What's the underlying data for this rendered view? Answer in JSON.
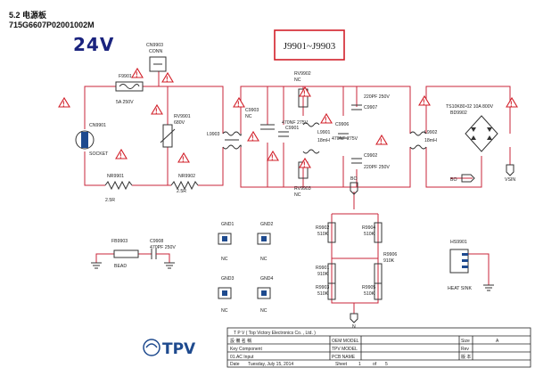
{
  "header": {
    "section": "5.2 电源板",
    "part_number": "715G6607P02001002M",
    "voltage": "24V",
    "highlight": "J9901~J9903"
  },
  "components": {
    "cn9903": "CN9903",
    "cn9903_sub": "CONN",
    "f9901": "F9901",
    "f9901_val": "5A 250V",
    "cn9901": "CN9901",
    "socket": "SOCKET",
    "rv9901": "RV9901",
    "rv9901_val": "680V",
    "nr9901": "NR9901",
    "nr9901_val": "2.5R",
    "nr9902": "NR9902",
    "nr9902_val": "2.5R",
    "l9903": "L9903",
    "rv9902": "RV9902",
    "nc": "NC",
    "c9903": "C9903",
    "c9901": "470NF 275V",
    "c9901_ref": "C9901",
    "l9901": "L9901",
    "l9901_val": "18mH",
    "c9906": "C9906",
    "c9906_val": "470NF 275V",
    "c9907": "C9907",
    "c9907_val": "220PF 250V",
    "c9902": "C9902",
    "c9902_val": "220PF 250V",
    "rv9903": "RV9903",
    "l9902": "L9902",
    "l9902_val": "18mH",
    "bd9902": "BD9902",
    "bd9902_val": "TS10K80-02 10A 800V",
    "bo": "BO",
    "vsin": "VSIN",
    "n": "N",
    "r9902": "R9902",
    "r9902_val": "510K",
    "r9904": "R9904",
    "r9904_val": "510K",
    "r9901": "R9901",
    "r9901_val": "910K",
    "r9906": "R9906",
    "r9906_val": "910K",
    "r9903": "R9903",
    "r9903_val": "510K",
    "r9905": "R9905",
    "r9905_val": "510K",
    "gnd1": "GND1",
    "gnd2": "GND2",
    "gnd3": "GND3",
    "gnd4": "GND4",
    "fb9903": "FB9903",
    "bead": "BEAD",
    "c9908": "C9908",
    "c9908_val": "470PF 250V",
    "hs9901": "HS9901",
    "heat_sink": "HEAT SINK"
  },
  "title_block": {
    "company": "T P V  ( Top  Victory  Electronics  Co. ,  Ltd. )",
    "logo": "TPV",
    "row1_left": "設 備 名 稱",
    "row1_mid": "OEM MODEL",
    "row1_right": "Size",
    "row1_val": "A",
    "row2_left": "Key Component",
    "row2_mid": "TPV MODEL",
    "row2_right": "Rev",
    "row3_left": "01.AC Input",
    "row3_mid": "PCB NAME",
    "row3_right": "版 本",
    "row4_left": "Date",
    "row4_date": "Tuesday, July 15, 2014",
    "row4_sheet": "Sheet",
    "row4_num": "1",
    "row4_of": "of",
    "row4_total": "5"
  },
  "colors": {
    "wire": "#c8243a",
    "warning": "#d2202a",
    "highlight_box": "#d2202a",
    "logo": "#1e4a8e",
    "voltage": "#1a237e"
  }
}
